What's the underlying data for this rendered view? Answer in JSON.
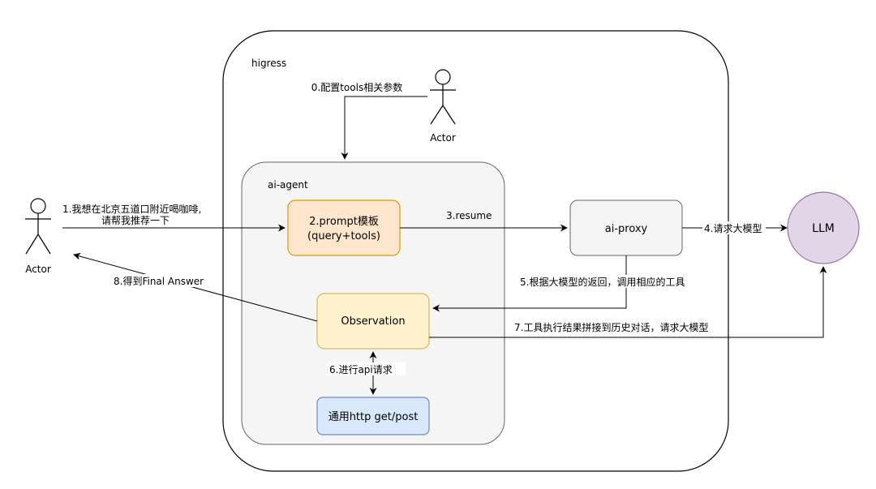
{
  "higress": {
    "label": "higress"
  },
  "ai_agent": {
    "label": "ai-agent"
  },
  "actors": {
    "config": {
      "label": "Actor"
    },
    "user": {
      "label": "Actor"
    }
  },
  "nodes": {
    "prompt": {
      "line1": "2.prompt模板",
      "line2": "(query+tools)"
    },
    "ai_proxy": {
      "label": "ai-proxy"
    },
    "llm": {
      "label": "LLM"
    },
    "observation": {
      "label": "Observation"
    },
    "http": {
      "label": "通用http get/post"
    }
  },
  "edges": {
    "config_tools": "0.配置tools相关参数",
    "user_query_line1": "1.我想在北京五道口附近喝咖啡,",
    "user_query_line2": "请帮我推荐一下",
    "resume": "3.resume",
    "request_llm": "4.请求大模型",
    "llm_return": "5.根据大模型的返回，调用相应的工具",
    "api_request": "6.进行api请求",
    "history_request": "7.工具执行结果拼接到历史对话，请求大模型",
    "final_answer": "8.得到Final Answer"
  },
  "colors": {
    "prompt_fill": "#ffe6cc",
    "prompt_stroke": "#d79b00",
    "proxy_fill": "#f5f5f5",
    "proxy_stroke": "#666666",
    "llm_fill": "#e1d5e7",
    "llm_stroke": "#9673a6",
    "observation_fill": "#fff2cc",
    "observation_stroke": "#d6b656",
    "http_fill": "#dae8fc",
    "http_stroke": "#6c8ebf",
    "agent_fill": "#f5f5f5",
    "agent_stroke": "#666666"
  }
}
